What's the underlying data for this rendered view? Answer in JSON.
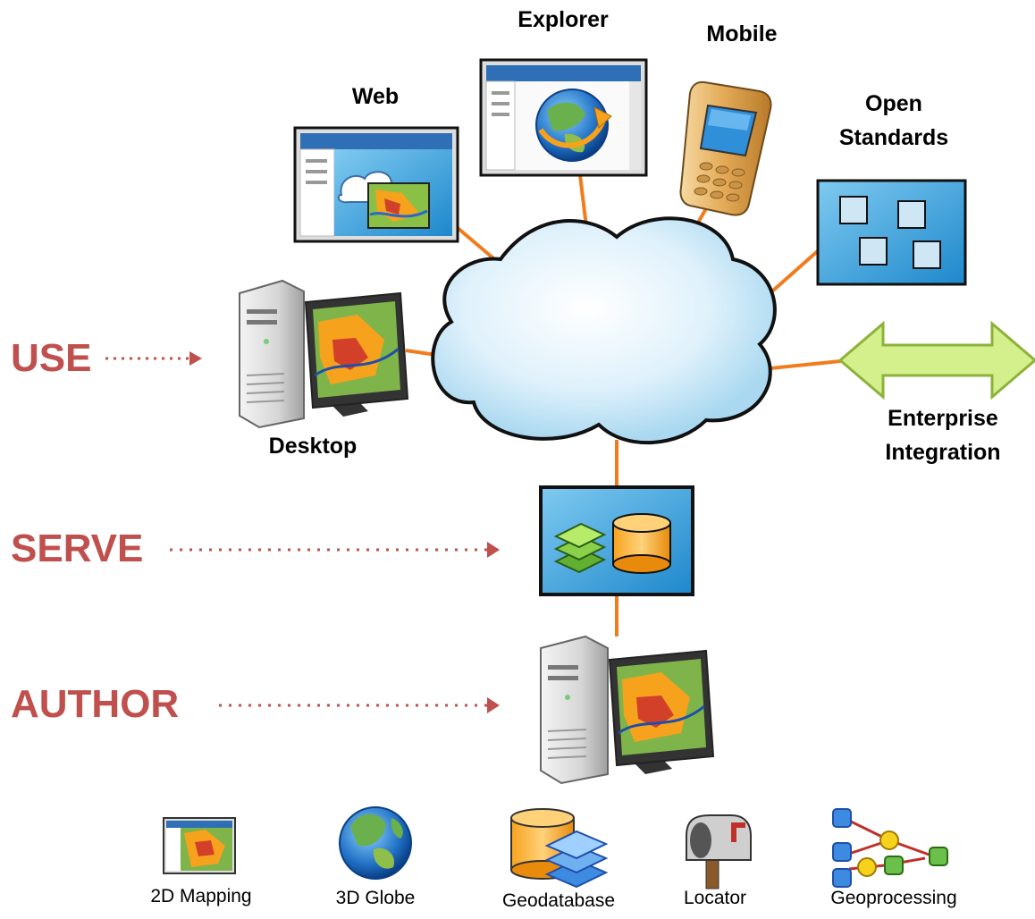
{
  "clients": {
    "explorer": "Explorer",
    "mobile": "Mobile",
    "web": "Web",
    "open_standards_line1": "Open",
    "open_standards_line2": "Standards",
    "desktop": "Desktop",
    "enterprise_line1": "Enterprise",
    "enterprise_line2": "Integration"
  },
  "tiers": {
    "use": "USE",
    "serve": "SERVE",
    "author": "AUTHOR"
  },
  "legend": [
    {
      "label": "2D Mapping",
      "icon": "map-window-icon"
    },
    {
      "label": "3D Globe",
      "icon": "globe-icon"
    },
    {
      "label": "Geodatabase",
      "icon": "geodatabase-icon"
    },
    {
      "label": "Locator",
      "icon": "mailbox-icon"
    },
    {
      "label": "Geoprocessing",
      "icon": "model-flow-icon"
    }
  ],
  "colors": {
    "connector": "#f07c1e",
    "tier_text": "#c0504d",
    "panel_blue": "#3ea3dc",
    "arrow_green": "#d4f08c"
  }
}
